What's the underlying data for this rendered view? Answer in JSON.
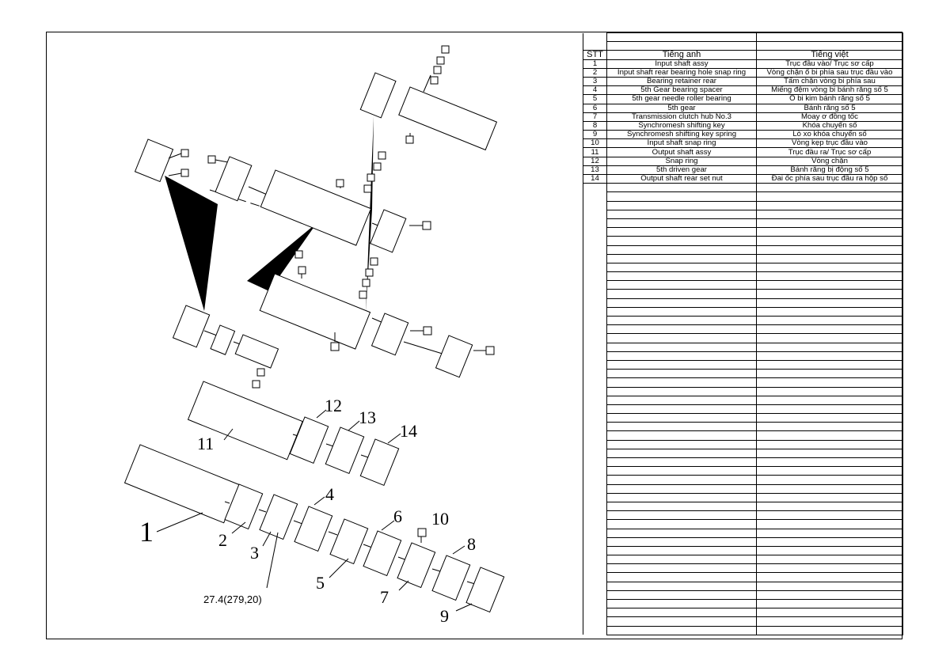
{
  "table": {
    "headers": {
      "stt": "STT",
      "english": "Tiếng anh",
      "vietnamese": "Tiếng việt"
    },
    "rows": [
      {
        "stt": "1",
        "english": "Input shaft assy",
        "vietnamese": "Trục đầu vào/ Trục sơ cấp"
      },
      {
        "stt": "2",
        "english": "Input shaft rear bearing hole snap ring",
        "vietnamese": "Vòng chặn ổ bi phía sau trục đầu vào"
      },
      {
        "stt": "3",
        "english": "Bearing retainer rear",
        "vietnamese": "Tấm chặn vòng bi phía sau"
      },
      {
        "stt": "4",
        "english": "5th Gear bearing spacer",
        "vietnamese": "Miếng đệm vòng bi bánh răng số 5"
      },
      {
        "stt": "5",
        "english": "5th gear needle roller bearing",
        "vietnamese": "Ổ bi kim bánh răng số 5"
      },
      {
        "stt": "6",
        "english": "5th gear",
        "vietnamese": "Bánh răng số 5"
      },
      {
        "stt": "7",
        "english": "Transmission clutch hub No.3",
        "vietnamese": "Moay ơ đồng tốc"
      },
      {
        "stt": "8",
        "english": "Synchromesh shifting key",
        "vietnamese": "Khóa chuyển số"
      },
      {
        "stt": "9",
        "english": "Synchromesh shifting key spring",
        "vietnamese": "Lò xo khóa chuyển số"
      },
      {
        "stt": "10",
        "english": "Input shaft snap ring",
        "vietnamese": "Vòng kẹp trục đầu vào"
      },
      {
        "stt": "11",
        "english": "Output shaft assy",
        "vietnamese": "Trục đầu ra/ Trục sơ cấp"
      },
      {
        "stt": "12",
        "english": "Snap ring",
        "vietnamese": "Vòng chặn"
      },
      {
        "stt": "13",
        "english": "5th driven gear",
        "vietnamese": "Bánh răng bị động số 5"
      },
      {
        "stt": "14",
        "english": "Output shaft rear set nut",
        "vietnamese": "Đai ốc phía sau trục đầu ra hộp số"
      }
    ]
  },
  "callouts": [
    "1",
    "2",
    "3",
    "4",
    "5",
    "6",
    "7",
    "8",
    "9",
    "10",
    "11",
    "12",
    "13",
    "14"
  ],
  "dimension_note": "27.4(279,20)"
}
